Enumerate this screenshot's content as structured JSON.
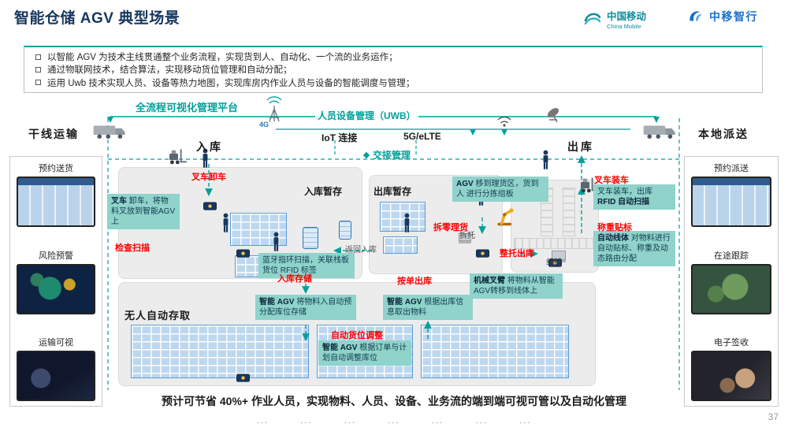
{
  "header": {
    "title": "智能仓储 AGV 典型场景",
    "cmcc": {
      "cn": "中国移动",
      "en": "China Mobile"
    },
    "partner": {
      "cn": "中移智行"
    }
  },
  "bullets": [
    "以智能 AGV 为技术主线贯通整个业务流程，实现货到人、自动化、一个流的业务运作；",
    "通过物联网技术，结合算法，实现移动货位管理和自动分配；",
    "运用 Uwb 技术实现人员、设备等热力地图，实现库房内作业人员与设备的智能调度与管理；"
  ],
  "platform": {
    "visual": "全流程可视化管理平台",
    "uwb": "人员设备管理（UWB）",
    "iot": "IoT 连接",
    "g5": "5G/eLTE",
    "g4": "4G",
    "handover": "交接管理"
  },
  "left_panel": {
    "title": "干线运输",
    "items": [
      "预约送货",
      "风险预警",
      "运输可视"
    ]
  },
  "right_panel": {
    "title": "本地派送",
    "items": [
      "预约派送",
      "在途跟踪",
      "电子签收"
    ]
  },
  "diagram": {
    "inbound": "入库",
    "outbound": "出库",
    "inbound_staging": "入库暂存",
    "outbound_staging": "出库暂存",
    "unmanned_storage": "无人自动存取",
    "return_inbound": "返回入库",
    "depalletize": "拆托",
    "palletize": "组托",
    "red_labels": {
      "unload": "叉车卸车",
      "scan": "检查扫描",
      "store": "入库存储",
      "adjust": "自动货位调整",
      "pick": "按单出库",
      "tally": "拆零理货",
      "pallet_out": "整托出库",
      "load": "叉车装车",
      "weigh": "称重贴标"
    },
    "callouts": {
      "unload": {
        "pre": "",
        "bold": "叉车 ",
        "post": "卸车，将物料叉放到智能AGV 上"
      },
      "bluetooth": {
        "pre": "蓝牙指环扫描，关联栈板货位 RFID 标签",
        "bold": "",
        "post": ""
      },
      "store": {
        "pre": "",
        "bold": "智能 AGV ",
        "post": "将物料入自动预分配库位存储"
      },
      "adjust": {
        "pre": "",
        "bold": "智能 AGV ",
        "post": "根据订单与计划自动调整库位"
      },
      "pick": {
        "pre": "",
        "bold": "智能 AGV ",
        "post": "根据出库信息取出物料"
      },
      "tally": {
        "pre": "",
        "bold": "AGV ",
        "post": "移到理货区，货到人 进行分拣组板"
      },
      "arm": {
        "pre": "",
        "bold": "机械叉臂 ",
        "post": "将物料从智能AGV转移到线体上"
      },
      "load": {
        "pre": "叉车装车，出库 ",
        "bold": "RFID 自动扫描",
        "post": ""
      },
      "line": {
        "pre": "",
        "bold": "自动线体 ",
        "post": "对物料进行自动贴标、称重及动态路由分配"
      }
    }
  },
  "footer": {
    "summary": "预计可节省 40%+ 作业人员，实现物料、人员、设备、业务流的端到端可视可管以及自动化管理",
    "dots": "...        ...        ...        ...        ...        ...        ...",
    "page_number": "37"
  },
  "colors": {
    "accent_teal": "#00A19A",
    "navy": "#17375E",
    "red": "#FF0000",
    "callout_bg": "#8FD3CB",
    "rack_blue": "#BDD7EE"
  }
}
